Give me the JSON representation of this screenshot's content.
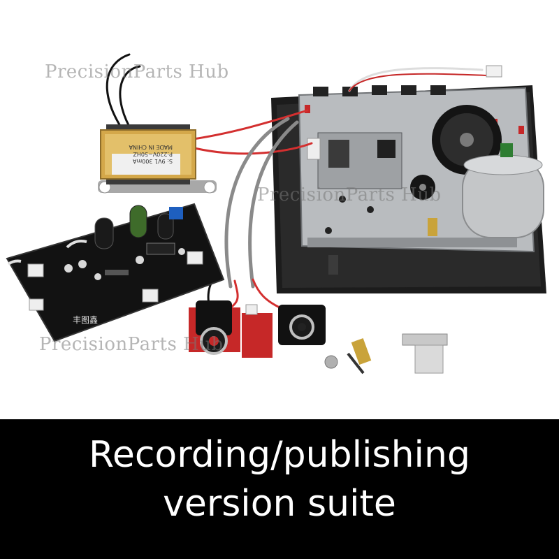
{
  "watermarks": [
    "PrecisionParts Hub",
    "PrecisionParts Hub",
    "PrecisionParts Hub"
  ],
  "transformer_label": [
    "MADE IN CHINA",
    "P:220V~50HZ",
    "S: 9V1 300mA"
  ],
  "pcb_silkscreen": "丰图鑫",
  "caption": {
    "line1": "Recording/publishing",
    "line2": "version suite"
  },
  "colors": {
    "background": "#ffffff",
    "caption_bg": "#000000",
    "caption_text": "#ffffff"
  }
}
